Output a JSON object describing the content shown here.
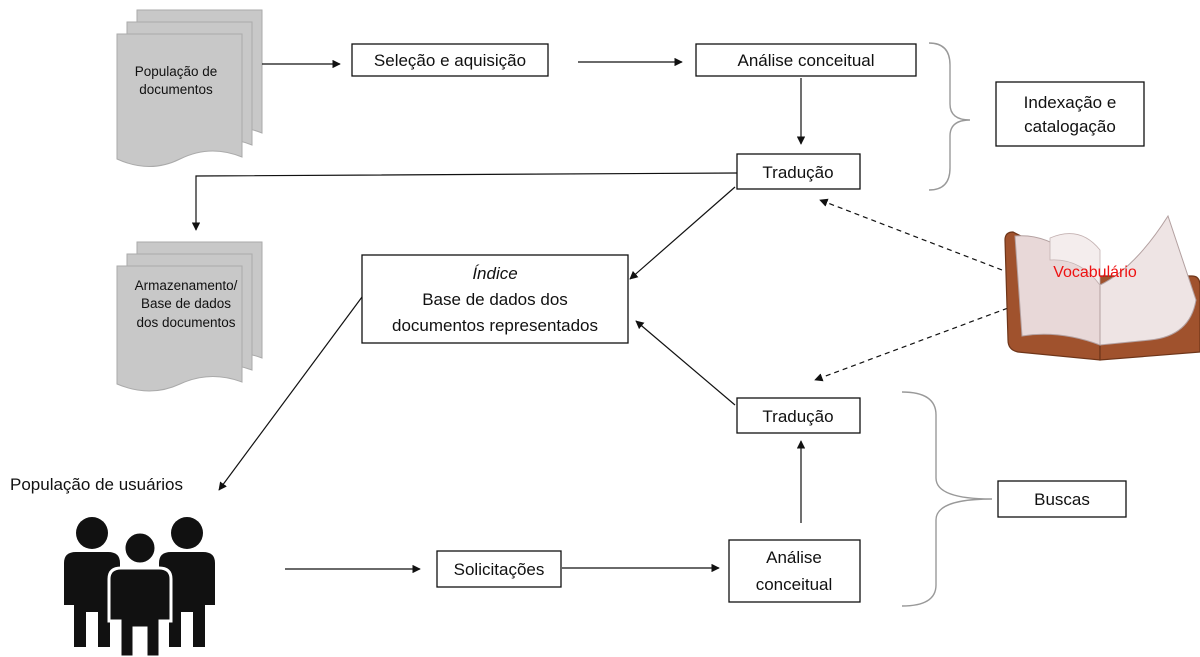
{
  "diagram": {
    "documents": {
      "population_line1": "População de",
      "population_line2": "documentos",
      "storage_line1": "Armazenamento/",
      "storage_line2": "Base de dados",
      "storage_line3": "dos documentos"
    },
    "boxes": {
      "selection": "Seleção e aquisição",
      "analysis_top": "Análise conceitual",
      "indexing_line1": "Indexação e",
      "indexing_line2": "catalogação",
      "translation_top": "Tradução",
      "index_title": "Índice",
      "index_line1": "Base de dados dos",
      "index_line2": "documentos representados",
      "translation_bottom": "Tradução",
      "searches": "Buscas",
      "requests": "Solicitações",
      "analysis_bottom_line1": "Análise",
      "analysis_bottom_line2": "conceitual"
    },
    "users_label": "População de usuários",
    "vocabulary_label": "Vocabulário",
    "colors": {
      "stroke": "#111111",
      "document_fill": "#c8c8c8",
      "vocabulary_text": "#ee1111",
      "book_cover": "#a0522d",
      "book_pages": "#e8d8d8"
    }
  }
}
